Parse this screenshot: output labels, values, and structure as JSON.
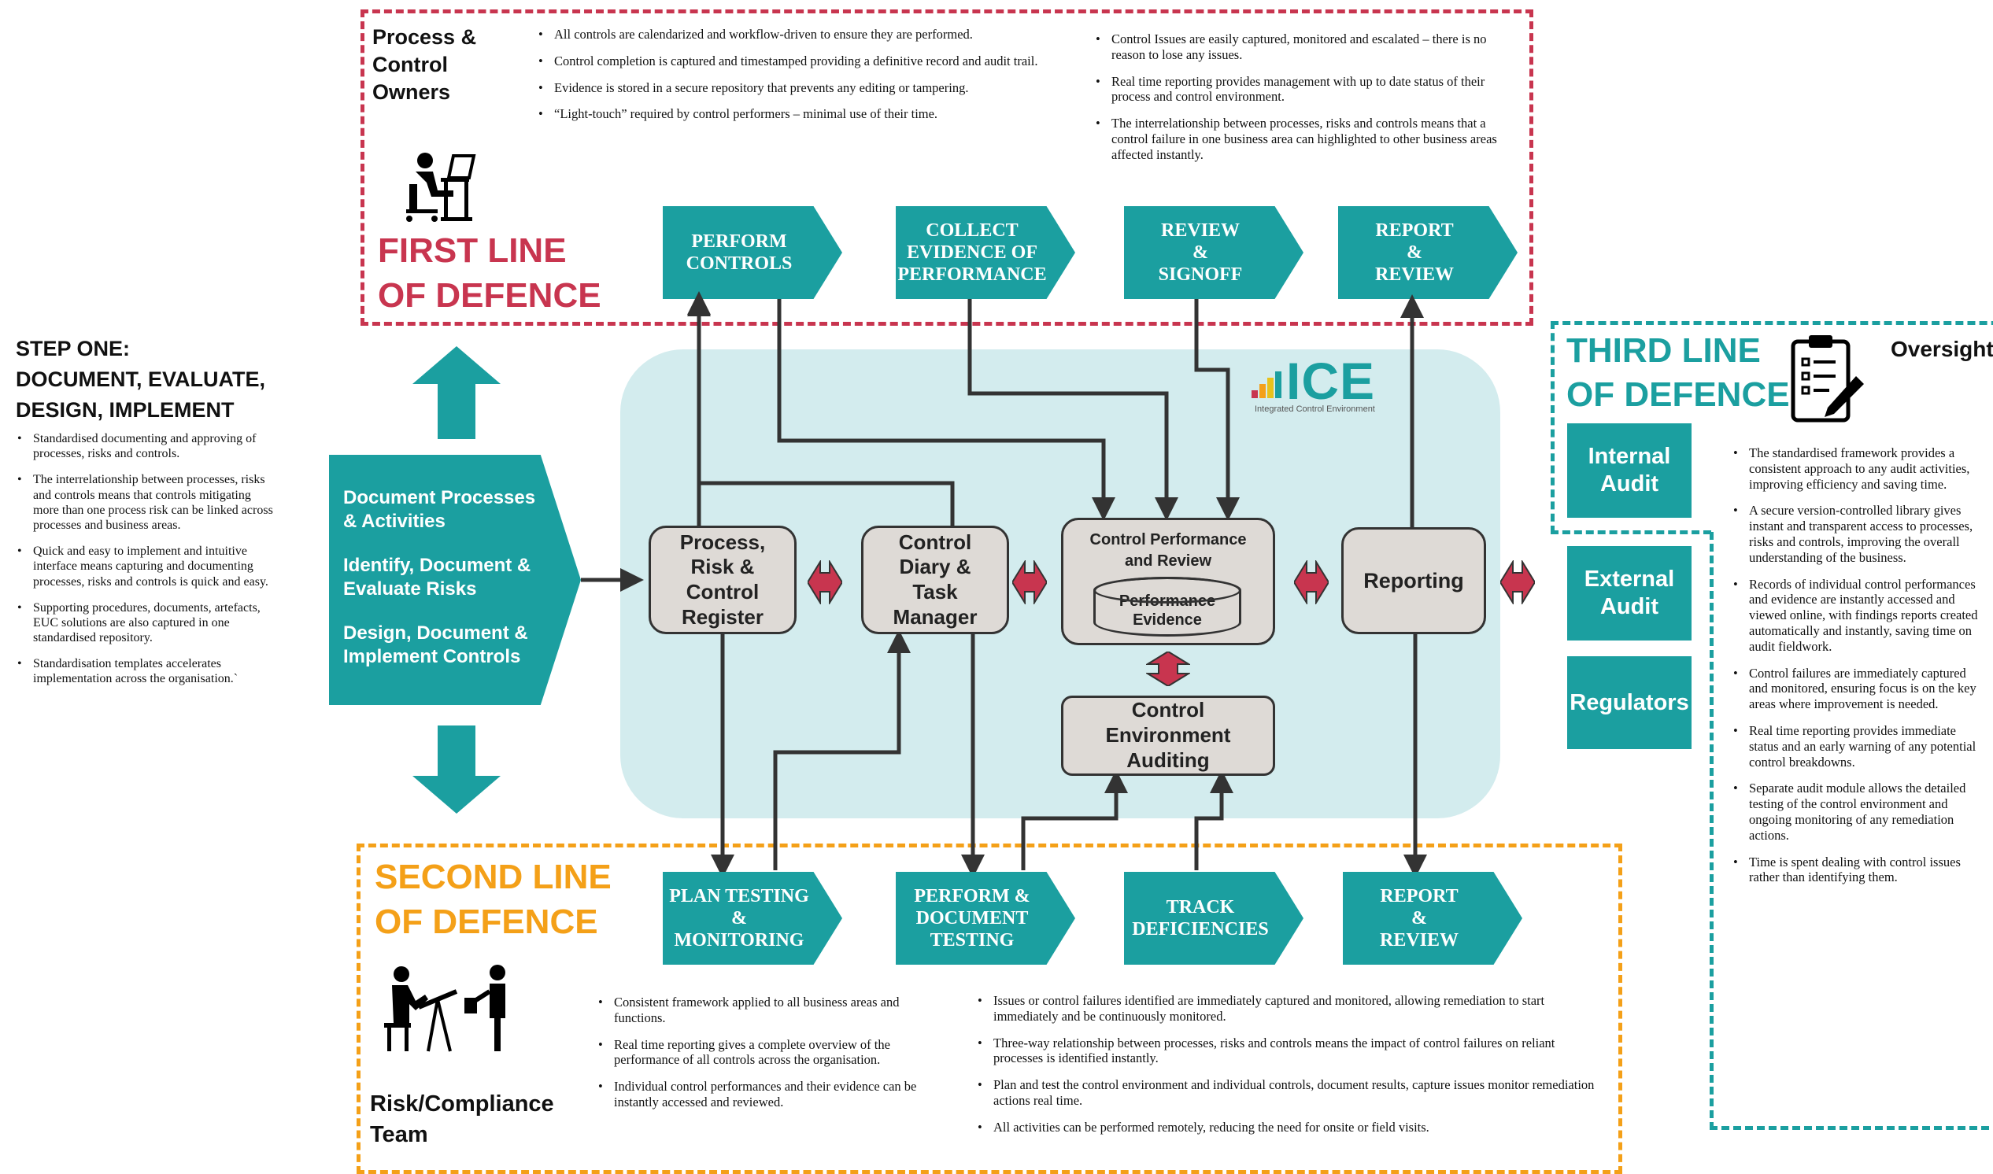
{
  "step_one": {
    "title": "STEP ONE:\nDOCUMENT, EVALUATE,\nDESIGN, IMPLEMENT",
    "bullets": [
      "Standardised documenting and approving of processes, risks and controls.",
      "The interrelationship between processes, risks and controls means that controls mitigating more than one process risk can be linked across processes and business areas.",
      "Quick and easy to implement and intuitive interface means capturing and documenting processes, risks and controls is quick and easy.",
      "Supporting procedures, documents, artefacts, EUC solutions are also captured in one standardised repository.",
      "Standardisation templates accelerates implementation across the organisation.`"
    ]
  },
  "document_block": {
    "items": [
      "Document Processes & Activities",
      "Identify, Document & Evaluate Risks",
      "Design, Document & Implement Controls"
    ]
  },
  "first_line": {
    "owner_label": "Process & Control Owners",
    "heading": "FIRST LINE\nOF DEFENCE",
    "bullets_left": [
      "All controls are calendarized and workflow-driven to ensure they are performed.",
      "Control completion is captured and timestamped providing a definitive record and audit trail.",
      "Evidence is stored in a secure repository that prevents any editing or tampering.",
      "“Light-touch” required by control performers – minimal use of their time."
    ],
    "bullets_right": [
      "Control Issues are easily captured, monitored and escalated – there is no reason to lose any issues.",
      "Real time reporting provides management with up to date status of their process and control environment.",
      "The interrelationship between processes, risks and controls means that a control failure in one business area can highlighted to other business areas affected instantly."
    ],
    "steps": [
      "PERFORM\nCONTROLS",
      "COLLECT\nEVIDENCE OF\nPERFORMANCE",
      "REVIEW\n&\nSIGNOFF",
      "REPORT\n&\nREVIEW"
    ]
  },
  "ice": {
    "logo_text": "ICE",
    "logo_sub": "Integrated Control Environment",
    "boxes": {
      "register": "Process,\nRisk &\nControl\nRegister",
      "diary": "Control\nDiary &\nTask\nManager",
      "performance": "Control Performance\nand Review",
      "evidence": "Performance\nEvidence",
      "reporting": "Reporting",
      "auditing": "Control\nEnvironment\nAuditing"
    }
  },
  "second_line": {
    "heading": "SECOND LINE\nOF DEFENCE",
    "team_label": "Risk/Compliance\nTeam",
    "steps": [
      "PLAN TESTING\n&\nMONITORING",
      "PERFORM &\nDOCUMENT\nTESTING",
      "TRACK\nDEFICIENCIES",
      "REPORT\n&\nREVIEW"
    ],
    "bullets_left": [
      "Consistent framework applied to all business areas and functions.",
      "Real time reporting gives a complete overview of the performance of all controls across the organisation.",
      "Individual control performances and their evidence can be instantly accessed and reviewed."
    ],
    "bullets_right": [
      "Issues or control failures identified are immediately captured and monitored, allowing remediation to start immediately and be continuously monitored.",
      "Three-way relationship between processes, risks and controls means the impact of control failures on reliant processes is identified instantly.",
      "Plan and test the control environment and individual controls, document results, capture issues monitor remediation actions real time.",
      "All activities can be performed remotely, reducing the need for onsite or field visits."
    ]
  },
  "third_line": {
    "heading": "THIRD LINE\nOF DEFENCE",
    "oversight": "Oversight",
    "buttons": [
      "Internal\nAudit",
      "External\nAudit",
      "Regulators"
    ],
    "bullets": [
      "The standardised framework provides a consistent approach to any audit activities, improving efficiency and saving time.",
      "A secure version-controlled library gives instant and transparent access to  processes, risks and controls, improving the overall understanding of the business.",
      "Records of individual control performances and evidence are instantly accessed and viewed online, with findings reports created automatically and instantly, saving time on audit fieldwork.",
      "Control failures are immediately captured and monitored, ensuring focus is on the key areas where improvement is needed.",
      "Real time reporting provides immediate status and an early warning of any potential control breakdowns.",
      "Separate audit module allows the detailed testing of the control environment and ongoing monitoring of any remediation actions.",
      "Time is spent dealing with control issues rather than identifying them."
    ]
  },
  "colors": {
    "teal": "#1b9fa0",
    "red": "#c8354f",
    "orange": "#f4a018",
    "light_teal": "#d3ecee",
    "grey_box": "#dedad6"
  }
}
